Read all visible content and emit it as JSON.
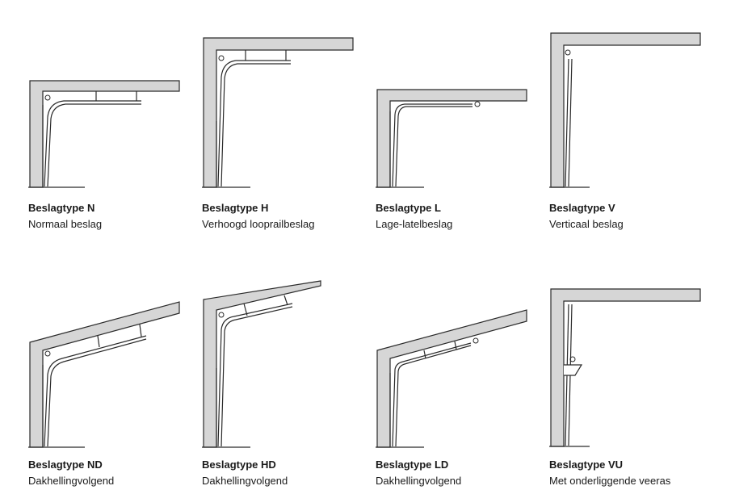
{
  "colors": {
    "wall": "#d6d6d6",
    "line": "#2a2a2a"
  },
  "items": [
    {
      "name": "Beslagtype N",
      "desc": "Normaal beslag"
    },
    {
      "name": "Beslagtype H",
      "desc": "Verhoogd looprailbeslag"
    },
    {
      "name": "Beslagtype L",
      "desc": "Lage-latelbeslag"
    },
    {
      "name": "Beslagtype V",
      "desc": "Verticaal beslag"
    },
    {
      "name": "Beslagtype ND",
      "desc": "Dakhellingvolgend"
    },
    {
      "name": "Beslagtype HD",
      "desc": "Dakhellingvolgend"
    },
    {
      "name": "Beslagtype LD",
      "desc": "Dakhellingvolgend"
    },
    {
      "name": "Beslagtype VU",
      "desc": "Met onderliggende veeras"
    }
  ]
}
